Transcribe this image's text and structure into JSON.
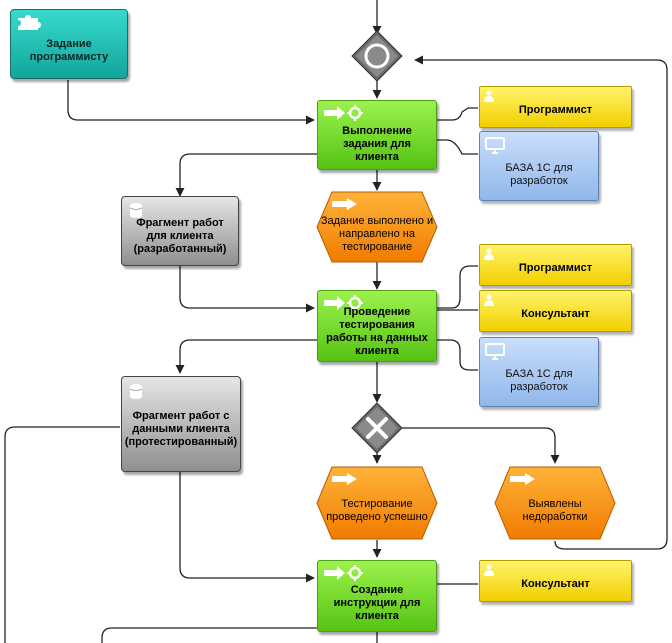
{
  "colors": {
    "teal_event": "#1fbfb3",
    "function": "#72d92a",
    "event": "#ff9a1a",
    "role": "#fbe21a",
    "system": "#a9c8f2",
    "data": "#b4b4b4",
    "gateway": "#707070"
  },
  "nodes": {
    "task_event": "Задание программисту",
    "func_do_task": "Выполнение задания для клиента",
    "role_programmer_1": "Программист",
    "system_db_1": "БАЗА 1С для разработок",
    "data_fragment_dev": "Фрагмент работ для клиента (разработанный)",
    "event_task_done": "Задание выполнено и направлено на тестирование",
    "role_programmer_2": "Программист",
    "role_consultant_1": "Консультант",
    "func_testing": "Проведение тестирования работы на данных клиента",
    "system_db_2": "БАЗА 1С для разработок",
    "data_fragment_tested": "Фрагмент работ с данными клиента (протестированный)",
    "event_test_ok": "Тестирование проведено успешно",
    "event_defects": "Выявлены недоработки",
    "func_instructions": "Создание инструкции для клиента",
    "role_consultant_2": "Консультант"
  },
  "icons": {
    "task_event": "puzzle-icon",
    "function": "function-arrow-gear-icon",
    "event": "event-arrow-icon",
    "role": "person-icon",
    "system": "monitor-icon",
    "data": "database-icon",
    "gateway_or": "or-gateway-icon",
    "gateway_xor": "xor-gateway-icon"
  }
}
